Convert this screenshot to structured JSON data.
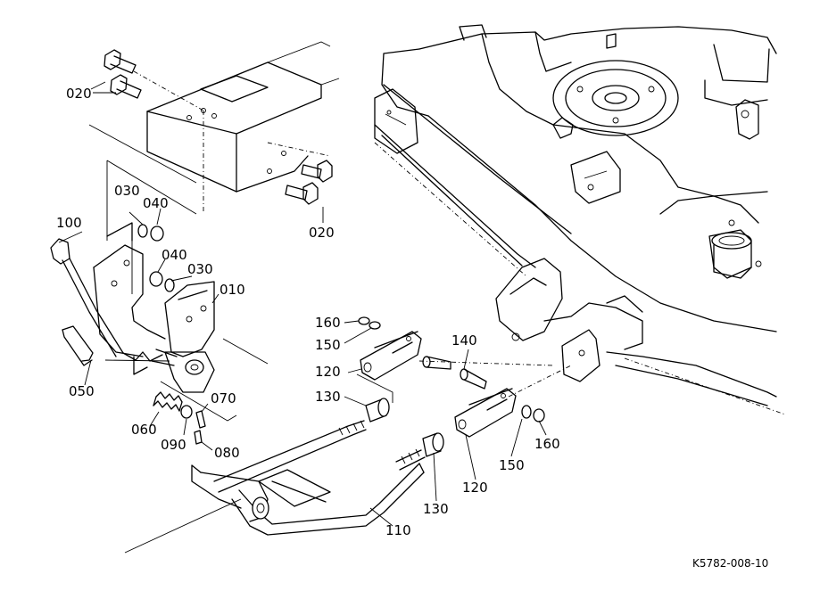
{
  "diagram": {
    "reference_code": "K5782-008-10",
    "callouts": [
      {
        "id": "020-top",
        "text": "020"
      },
      {
        "id": "020-right",
        "text": "020"
      },
      {
        "id": "030-top",
        "text": "030"
      },
      {
        "id": "040-top",
        "text": "040"
      },
      {
        "id": "040-mid",
        "text": "040"
      },
      {
        "id": "030-mid",
        "text": "030"
      },
      {
        "id": "010",
        "text": "010"
      },
      {
        "id": "100",
        "text": "100"
      },
      {
        "id": "050",
        "text": "050"
      },
      {
        "id": "070",
        "text": "070"
      },
      {
        "id": "060",
        "text": "060"
      },
      {
        "id": "090",
        "text": "090"
      },
      {
        "id": "080",
        "text": "080"
      },
      {
        "id": "160-top",
        "text": "160"
      },
      {
        "id": "150-top",
        "text": "150"
      },
      {
        "id": "120-top",
        "text": "120"
      },
      {
        "id": "140",
        "text": "140"
      },
      {
        "id": "130-top",
        "text": "130"
      },
      {
        "id": "160-right",
        "text": "160"
      },
      {
        "id": "150-right",
        "text": "150"
      },
      {
        "id": "120-bottom",
        "text": "120"
      },
      {
        "id": "130-bottom",
        "text": "130"
      },
      {
        "id": "110",
        "text": "110"
      }
    ]
  }
}
